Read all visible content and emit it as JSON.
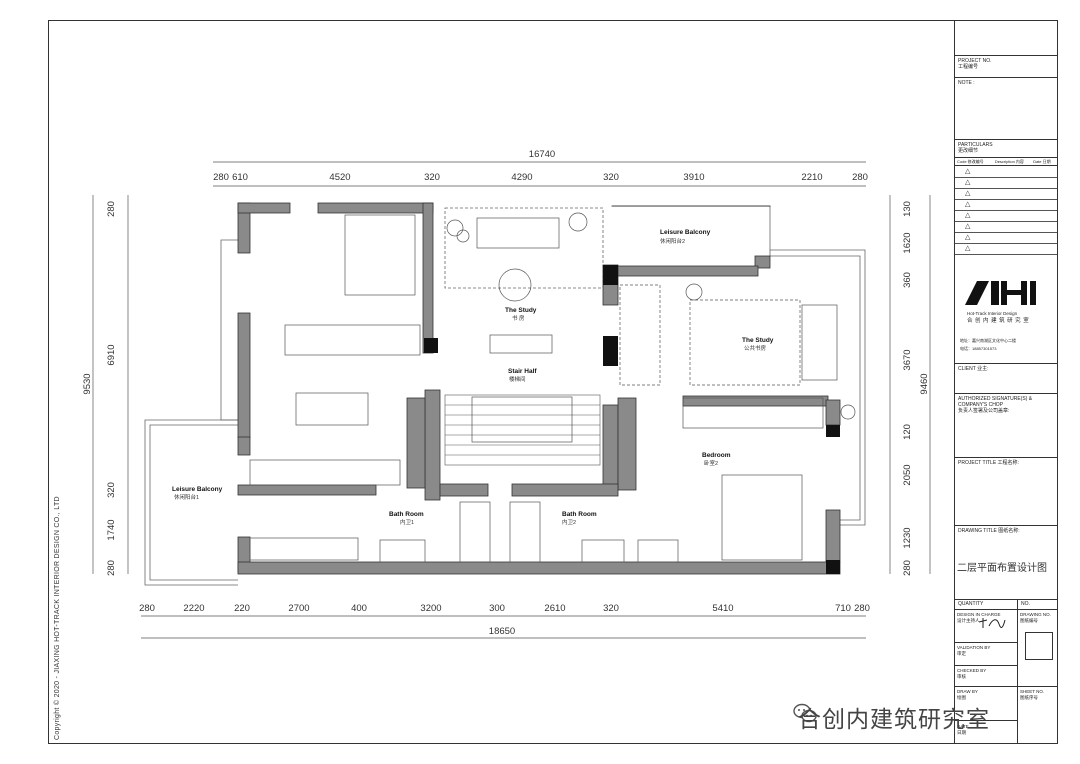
{
  "copyright": "Copyright © 2020 - JIAXING HOT-TRACK INTERIOR DESIGN CO., LTD",
  "dims_top": {
    "overall": "16740",
    "segments": [
      "280",
      "610",
      "4520",
      "320",
      "4290",
      "320",
      "3910",
      "2210",
      "280"
    ]
  },
  "dims_bottom": {
    "overall": "18650",
    "segments": [
      "280",
      "2220",
      "220",
      "2700",
      "400",
      "3200",
      "300",
      "2610",
      "320",
      "5410",
      "710",
      "280"
    ]
  },
  "dims_left": {
    "overall": "9530",
    "segments": [
      "280",
      "6910",
      "320",
      "1740",
      "280"
    ]
  },
  "dims_right": {
    "overall": "9460",
    "segments": [
      "130",
      "1620",
      "360",
      "3670",
      "120",
      "2050",
      "1230",
      "280"
    ]
  },
  "rooms": {
    "leisure_balcony_2": {
      "en": "Leisure Balcony",
      "cn": "休闲阳台2"
    },
    "the_study_1": {
      "en": "The Study",
      "cn": "书 房"
    },
    "the_study_2": {
      "en": "The Study",
      "cn": "公共书房"
    },
    "stair_half": {
      "en": "Stair Half",
      "cn": "楼梯间"
    },
    "bedroom": {
      "en": "Bedroom",
      "cn": "卧室2"
    },
    "leisure_balcony_1": {
      "en": "Leisure Balcony",
      "cn": "休闲阳台1"
    },
    "bath_room_1": {
      "en": "Bath Room",
      "cn": "内卫1"
    },
    "bath_room_2": {
      "en": "Bath Room",
      "cn": "内卫2"
    }
  },
  "title_block": {
    "project_no": "PROJECT NO.",
    "project_no_cn": "工程编号",
    "note": "NOTE :",
    "particulars": "PARTICULARS",
    "particulars_cn": "更改细节",
    "rev_header": [
      "Code 修改编号",
      "Description 内容",
      "Date 日期"
    ],
    "rev_rows": [
      "△",
      "△",
      "△",
      "△",
      "△",
      "△",
      "△",
      "△"
    ],
    "logo_en": "Hot-Track Interior Design",
    "logo_cn": "合 创 内 建 筑 研 究 室",
    "address": "地址：嘉兴南湖区文化中心二楼",
    "phone": "电话：18857301573",
    "client": "CLIENT 业主:",
    "authorized": "AUTHORIZED SIGNATURE(S) &",
    "company_chop": "COMPANY'S CHOP",
    "authorized_cn": "负责人签署及公司盖章:",
    "project_title": "PROJECT TITLE 工程名称:",
    "drawing_title": "DRAWING TITLE 图纸名称:",
    "drawing_name": "二层平面布置设计图",
    "quantity": "QUANTITY",
    "no": "NO.",
    "design_in_charge": "DESIGN IN CHARGE",
    "design_in_charge_cn": "设计主持人",
    "drawing_no": "DRAWING NO.",
    "drawing_no_cn": "图纸编号",
    "validation": "VALIDATION BY",
    "validation_cn": "审定",
    "checked": "CHECKED BY",
    "checked_cn": "审核",
    "draw": "DRAW BY",
    "draw_cn": "绘图",
    "date": "DATE",
    "date_cn": "日期",
    "sheet_no": "SHEET NO.",
    "sheet_no_cn": "图纸序号"
  },
  "watermark": "合创内建筑研究室"
}
